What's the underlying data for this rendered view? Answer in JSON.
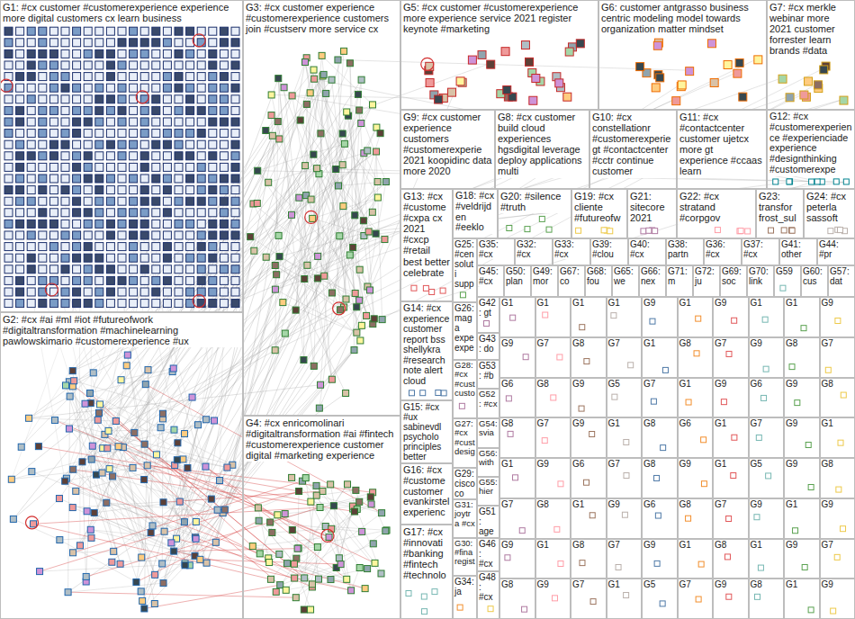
{
  "diagram": {
    "nodes": [
      {
        "text": [
          "G1: #cx customer #customerexperience experience more digital customers cx learn business"
        ]
      },
      {
        "text": [
          "G2: #cx #ai #ml #iot #futureofwork #digitaltransformation #machinelearning pawlowskimario #customerexperience #ux"
        ]
      },
      {
        "text": [
          "G3: #cx customer experience #customerexperience customers join #custserv more service cx"
        ]
      },
      {
        "text": [
          "G4: #cx enricomolinari #digitaltransformation #ai #fintech #customerexperience customer digital #marketing experience"
        ]
      },
      {
        "text": [
          "G5: #cx customer #customerexperience more experience service 2021 register keynote #marketing"
        ]
      },
      {
        "text": [
          "G6: customer antgrasso business centric modeling model towards organization matter mindset"
        ]
      },
      {
        "text": [
          "G7: #cx merkle webinar more 2021 customer forrester learn brands #data"
        ]
      },
      {
        "text": [
          "G9: #cx customer experience customers #customerexperie 2021 koopidinc data more 2020"
        ]
      },
      {
        "text": [
          "G8: #cx customer build cloud experiences hgsdigital leverage deploy applications multi"
        ]
      },
      {
        "text": [
          "G10: #cx constellationr #customerexperie gt #contactcenter #cctr continue customer"
        ]
      },
      {
        "text": [
          "G11: #cx #contactcenter customer ujetcx more gt experience #ccaas learn"
        ]
      },
      {
        "text": [
          "G12: #cx #customerexperience #experienciade experience #designthinking #customerexpe"
        ]
      },
      {
        "text": [
          "G13: #cx #custome #cxpa cx 2021 #cxcp #retail best better celebrate"
        ]
      },
      {
        "text": [
          "G18: #cx #veldrijden #eeklo"
        ]
      },
      {
        "text": [
          "G20: #silence #truth"
        ]
      },
      {
        "text": [
          "G19: #cx cliente #futureofw"
        ]
      },
      {
        "text": [
          "G21: sitecore 2021"
        ]
      },
      {
        "text": [
          "G22: #cx stratand #corpgov"
        ]
      },
      {
        "text": [
          "G23: transfor frost_sul"
        ]
      },
      {
        "text": [
          "G24: #cx peterla sassoft"
        ]
      },
      {
        "text": [
          "G14: #cx experience customer report bss shellykra #research note alert cloud"
        ]
      },
      {
        "text": [
          "G15: #cx #ux sabinevdl psycholo principles better"
        ]
      },
      {
        "text": [
          "G16: #cx #custome customer evankirstel experienc"
        ]
      },
      {
        "text": [
          "G17: #cx #innovati #banking #fintech #technolo"
        ]
      },
      {
        "text": [
          "G25: #cen soluti supp"
        ]
      },
      {
        "text": [
          "G26: maga expe expe"
        ]
      },
      {
        "text": [
          "G28: #cx #cust custo"
        ]
      },
      {
        "text": [
          "G27: #cx #cust desig"
        ]
      },
      {
        "text": [
          "G29: cisco co"
        ]
      },
      {
        "text": [
          "G31: joytra #cx"
        ]
      },
      {
        "text": [
          "G30: #fina regist"
        ]
      },
      {
        "text": [
          "G34: ja"
        ]
      },
      {
        "text": [
          "G35: #cx"
        ]
      },
      {
        "text": [
          "G32: #cx"
        ]
      },
      {
        "text": [
          "G33: #cx"
        ]
      },
      {
        "text": [
          "G39: #clou"
        ]
      },
      {
        "text": [
          "G40: #cx"
        ]
      },
      {
        "text": [
          "G38: partn"
        ]
      },
      {
        "text": [
          "G36: #cx"
        ]
      },
      {
        "text": [
          "G37: #cx"
        ]
      },
      {
        "text": [
          "G41: other"
        ]
      },
      {
        "text": [
          "G44: #pr"
        ]
      },
      {
        "text": [
          "G45: #cx"
        ]
      },
      {
        "text": [
          "G50: plan"
        ]
      },
      {
        "text": [
          "G49: mor"
        ]
      },
      {
        "text": [
          "G67: co"
        ]
      },
      {
        "text": [
          "G68: fou"
        ]
      },
      {
        "text": [
          "G65: we"
        ]
      },
      {
        "text": [
          "G66: nex"
        ]
      },
      {
        "text": [
          "G71: m"
        ]
      },
      {
        "text": [
          "G72: ju"
        ]
      },
      {
        "text": [
          "G69: soc"
        ]
      },
      {
        "text": [
          "G70: link"
        ]
      },
      {
        "text": [
          "G59"
        ]
      },
      {
        "text": [
          "G60: cus"
        ]
      },
      {
        "text": [
          "G57: dat"
        ]
      },
      {
        "text": [
          "G42: gt"
        ]
      },
      {
        "text": [
          "G43: do"
        ]
      },
      {
        "text": [
          "G53: #b"
        ]
      },
      {
        "text": [
          "G52: #cx"
        ]
      },
      {
        "text": [
          "G54: svia"
        ]
      },
      {
        "text": [
          "G56: with"
        ]
      },
      {
        "text": [
          "G55: hier"
        ]
      },
      {
        "text": [
          "G51: age"
        ]
      },
      {
        "text": [
          "G46: #cx"
        ]
      },
      {
        "text": [
          "G48: #cx"
        ]
      },
      {
        "text": [
          "G1"
        ]
      },
      {
        "text": [
          "G1"
        ]
      },
      {
        "text": [
          "G1"
        ]
      },
      {
        "text": [
          "G1"
        ]
      },
      {
        "text": [
          "G9"
        ]
      },
      {
        "text": [
          "G1"
        ]
      },
      {
        "text": [
          "G9"
        ]
      },
      {
        "text": [
          "G1"
        ]
      },
      {
        "text": [
          "G1"
        ]
      },
      {
        "text": [
          "G9"
        ]
      },
      {
        "text": [
          "G9"
        ]
      },
      {
        "text": [
          "G7"
        ]
      },
      {
        "text": [
          "G8"
        ]
      },
      {
        "text": [
          "G7"
        ]
      },
      {
        "text": [
          "G1"
        ]
      },
      {
        "text": [
          "G8"
        ]
      },
      {
        "text": [
          "G7"
        ]
      },
      {
        "text": [
          "G9"
        ]
      },
      {
        "text": [
          "G8"
        ]
      },
      {
        "text": [
          "G7"
        ]
      },
      {
        "text": [
          "G6"
        ]
      },
      {
        "text": [
          "G8"
        ]
      },
      {
        "text": [
          "G9"
        ]
      },
      {
        "text": [
          "G5"
        ]
      },
      {
        "text": [
          "G7"
        ]
      },
      {
        "text": [
          "G1"
        ]
      },
      {
        "text": [
          "G9"
        ]
      },
      {
        "text": [
          "G6"
        ]
      },
      {
        "text": [
          "G9"
        ]
      },
      {
        "text": [
          "G8"
        ]
      },
      {
        "text": [
          "G8"
        ]
      },
      {
        "text": [
          "G7"
        ]
      },
      {
        "text": [
          "G9"
        ]
      },
      {
        "text": [
          "G1"
        ]
      },
      {
        "text": [
          "G8"
        ]
      },
      {
        "text": [
          "G6"
        ]
      },
      {
        "text": [
          "G1"
        ]
      },
      {
        "text": [
          "G7"
        ]
      },
      {
        "text": [
          "G9"
        ]
      },
      {
        "text": [
          "G1"
        ]
      },
      {
        "text": [
          "G1"
        ]
      },
      {
        "text": [
          "G9"
        ]
      },
      {
        "text": [
          "G6"
        ]
      },
      {
        "text": [
          "G7"
        ]
      },
      {
        "text": [
          "G8"
        ]
      },
      {
        "text": [
          "G9"
        ]
      },
      {
        "text": [
          "G1"
        ]
      },
      {
        "text": [
          "G5"
        ]
      },
      {
        "text": [
          "G9"
        ]
      },
      {
        "text": [
          "G8"
        ]
      },
      {
        "text": [
          "G7"
        ]
      },
      {
        "text": [
          "G8"
        ]
      },
      {
        "text": [
          "G1"
        ]
      },
      {
        "text": [
          "G9"
        ]
      },
      {
        "text": [
          "G6"
        ]
      },
      {
        "text": [
          "G8"
        ]
      },
      {
        "text": [
          "G7"
        ]
      },
      {
        "text": [
          "G9"
        ]
      },
      {
        "text": [
          "G1"
        ]
      },
      {
        "text": [
          "G9"
        ]
      },
      {
        "text": [
          "G9"
        ]
      },
      {
        "text": [
          "G1"
        ]
      },
      {
        "text": [
          "G8"
        ]
      },
      {
        "text": [
          "G7"
        ]
      },
      {
        "text": [
          "G9"
        ]
      },
      {
        "text": [
          "G1"
        ]
      },
      {
        "text": [
          "G8"
        ]
      },
      {
        "text": [
          "G1"
        ]
      },
      {
        "text": [
          "G9"
        ]
      },
      {
        "text": [
          "G7"
        ]
      },
      {
        "text": [
          "G8"
        ]
      },
      {
        "text": [
          "G9"
        ]
      },
      {
        "text": [
          "G7"
        ]
      },
      {
        "text": [
          "G1"
        ]
      },
      {
        "text": [
          "G5"
        ]
      },
      {
        "text": [
          "G7"
        ]
      },
      {
        "text": [
          "G9"
        ]
      },
      {
        "text": [
          "G8"
        ]
      },
      {
        "text": [
          "G1"
        ]
      },
      {
        "text": [
          "G9"
        ]
      }
    ]
  }
}
